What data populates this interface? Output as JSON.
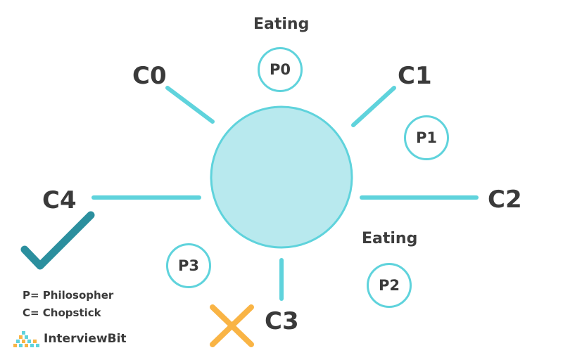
{
  "chopsticks": [
    "C0",
    "C1",
    "C2",
    "C3",
    "C4"
  ],
  "philosophers": [
    "P0",
    "P1",
    "P2",
    "P3"
  ],
  "status": {
    "p0": "Eating",
    "p2": "Eating"
  },
  "legend": {
    "philosopher": "P= Philosopher",
    "chopstick": "C= Chopstick"
  },
  "brand": {
    "name": "InterviewBit"
  },
  "colors": {
    "table_fill": "#b8e9ee",
    "table_stroke": "#5fd3dc",
    "chopstick": "#5fd3dc",
    "check": "#2b8f9e",
    "cross": "#f9b445",
    "text": "#3a3a3a"
  },
  "icons": {
    "check": "check-mark-icon",
    "cross": "cross-mark-icon",
    "logo": "interviewbit-logo-icon"
  }
}
